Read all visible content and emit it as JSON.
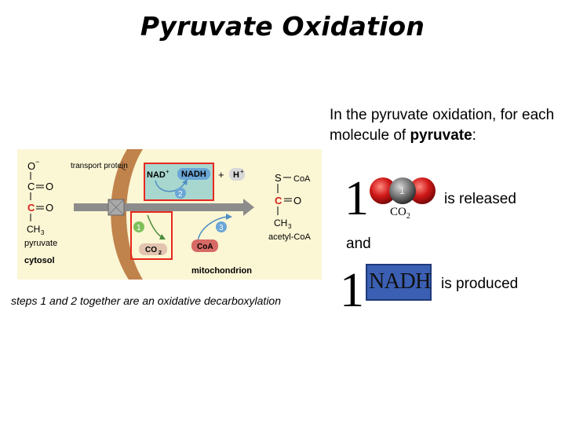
{
  "title": "Pyruvate Oxidation",
  "intro": {
    "line_prefix": "In the pyruvate oxidation, for each molecule of ",
    "bold_word": "pyruvate",
    "line_suffix": ":"
  },
  "diagram": {
    "transport_protein": "transport protein",
    "pyruvate_o": "O",
    "pyruvate_o_charge": "−",
    "pyruvate_c1": "C",
    "pyruvate_o1": "O",
    "pyruvate_c2": "C",
    "pyruvate_o2": "O",
    "pyruvate_ch3": "CH",
    "ch3_sub": "3",
    "pyruvate_label": "pyruvate",
    "cytosol_label": "cytosol",
    "nad_label": "NAD",
    "nad_charge": "+",
    "nadh_label": "NADH",
    "plus_sign": "+",
    "h_label": "H",
    "h_charge": "+",
    "step1": "1",
    "step2": "2",
    "step3": "3",
    "co2_label": "CO",
    "co2_sub": "2",
    "coa_label": "CoA",
    "acetyl_s": "S",
    "acetyl_coa_text": "CoA",
    "acetyl_c": "C",
    "acetyl_o": "O",
    "acetyl_ch3": "CH",
    "acetyl_ch3_sub": "3",
    "acetyl_coa_label": "acetyl-CoA",
    "mitochondrion_label": "mitochondrion",
    "colors": {
      "background": "#fbf6d4",
      "membrane": "#c0834c",
      "nad_box": "#a7d7cf",
      "nad_pill": "#6aa6d6",
      "highlight": "#e8281e",
      "step_green": "#7ebf5a",
      "step_blue": "#6aa6d6",
      "coa_pill": "#d86a66",
      "arrow_gray": "#8c8c8c",
      "carbon_red": "#d7201a"
    }
  },
  "caption": "steps 1 and 2 together are an oxidative decarboxylation",
  "count1": "1",
  "co2": {
    "main": "CO",
    "sub": "2",
    "atom_label": "1"
  },
  "released": "is released",
  "and": "and",
  "count2": "1",
  "nadh": "NADH",
  "produced": "is produced"
}
